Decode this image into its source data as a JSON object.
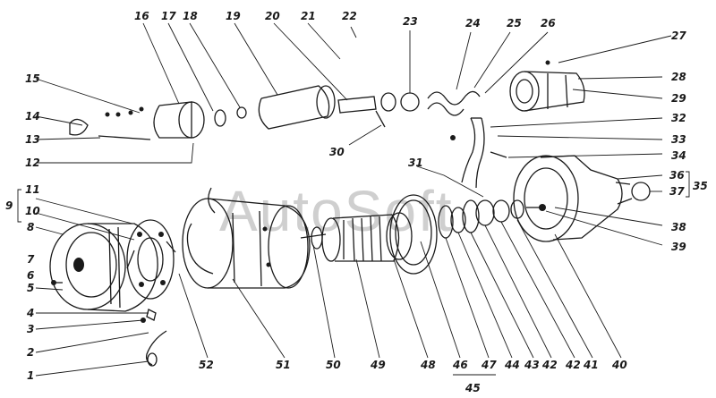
{
  "watermark": "AutoSoft",
  "callouts": [
    {
      "id": "n1",
      "text": "1"
    },
    {
      "id": "n2",
      "text": "2"
    },
    {
      "id": "n3",
      "text": "3"
    },
    {
      "id": "n4",
      "text": "4"
    },
    {
      "id": "n5",
      "text": "5"
    },
    {
      "id": "n6",
      "text": "6"
    },
    {
      "id": "n7",
      "text": "7"
    },
    {
      "id": "n8",
      "text": "8"
    },
    {
      "id": "n9",
      "text": "9"
    },
    {
      "id": "n10",
      "text": "10"
    },
    {
      "id": "n11",
      "text": "11"
    },
    {
      "id": "n12",
      "text": "12"
    },
    {
      "id": "n13",
      "text": "13"
    },
    {
      "id": "n14",
      "text": "14"
    },
    {
      "id": "n15",
      "text": "15"
    },
    {
      "id": "n16",
      "text": "16"
    },
    {
      "id": "n17",
      "text": "17"
    },
    {
      "id": "n18",
      "text": "18"
    },
    {
      "id": "n19",
      "text": "19"
    },
    {
      "id": "n20",
      "text": "20"
    },
    {
      "id": "n21",
      "text": "21"
    },
    {
      "id": "n22",
      "text": "22"
    },
    {
      "id": "n23",
      "text": "23"
    },
    {
      "id": "n24",
      "text": "24"
    },
    {
      "id": "n25",
      "text": "25"
    },
    {
      "id": "n26",
      "text": "26"
    },
    {
      "id": "n27",
      "text": "27"
    },
    {
      "id": "n28",
      "text": "28"
    },
    {
      "id": "n29",
      "text": "29"
    },
    {
      "id": "n30",
      "text": "30"
    },
    {
      "id": "n31",
      "text": "31"
    },
    {
      "id": "n32",
      "text": "32"
    },
    {
      "id": "n33",
      "text": "33"
    },
    {
      "id": "n34",
      "text": "34"
    },
    {
      "id": "n35",
      "text": "35"
    },
    {
      "id": "n36",
      "text": "36"
    },
    {
      "id": "n37",
      "text": "37"
    },
    {
      "id": "n38",
      "text": "38"
    },
    {
      "id": "n39",
      "text": "39"
    },
    {
      "id": "n40",
      "text": "40"
    },
    {
      "id": "n41",
      "text": "41"
    },
    {
      "id": "n42a",
      "text": "42"
    },
    {
      "id": "n42b",
      "text": "42"
    },
    {
      "id": "n43",
      "text": "43"
    },
    {
      "id": "n44",
      "text": "44"
    },
    {
      "id": "n45",
      "text": "45"
    },
    {
      "id": "n46",
      "text": "46"
    },
    {
      "id": "n47",
      "text": "47"
    },
    {
      "id": "n48",
      "text": "48"
    },
    {
      "id": "n49",
      "text": "49"
    },
    {
      "id": "n50",
      "text": "50"
    },
    {
      "id": "n51",
      "text": "51"
    },
    {
      "id": "n52",
      "text": "52"
    }
  ]
}
